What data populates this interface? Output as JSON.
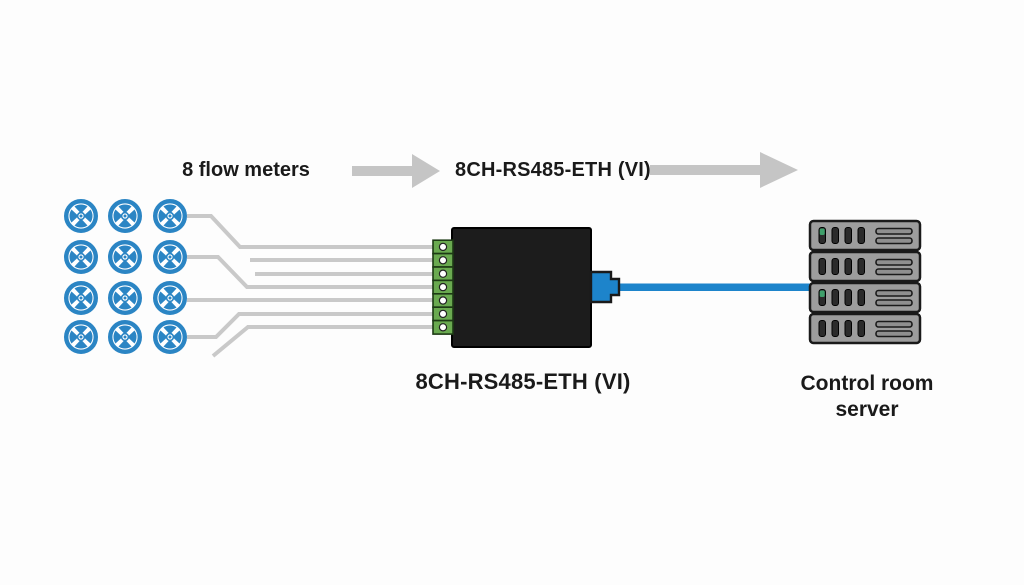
{
  "header": {
    "source_label": "8 flow meters",
    "device_label": "8CH-RS485-ETH (VI)"
  },
  "device": {
    "caption": "8CH-RS485-ETH (VI)",
    "terminals_shown": 7
  },
  "server": {
    "caption_line1": "Control room",
    "caption_line2": "server",
    "units_shown": 4
  },
  "meters": {
    "icons_shown": 12,
    "grid": "3 columns x 4 rows"
  },
  "icons": {
    "flow_meter": "fan-in-blue-circle",
    "arrow": "right-arrow-gray",
    "server": "rack-server-stack",
    "connector": "ethernet-plug-blue"
  },
  "colors": {
    "meter-blue": "#2b85c4",
    "cable-blue": "#1d84cb",
    "wire-gray": "#c9c9c9",
    "arrow-gray": "#c5c5c5",
    "box-black": "#1c1c1c",
    "terminal-green": "#6aaa50",
    "server-gray": "#9d9d9d",
    "led-green": "#3fa06b",
    "text-dark": "#1a1a1a",
    "background": "#fdfdfd"
  }
}
